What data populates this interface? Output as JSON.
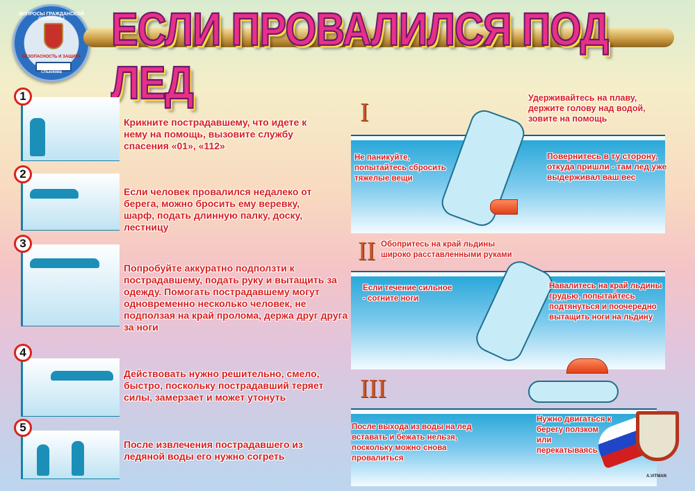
{
  "title": "ЕСЛИ ПРОВАЛИЛСЯ ПОД ЛЕД",
  "emblem": {
    "ring": "ВОПРОСЫ ГРАЖДАНСКОЙ ОБОРОНЫ",
    "banner": "БЕЗОПАСНОСТЬ И ЗАЩИТА",
    "bottom": "г.Пыскова"
  },
  "steps": [
    {
      "number": "1",
      "text": "Крикните пострадавшему, что идете к нему на помощь, вызовите службу спасения «01», «112»"
    },
    {
      "number": "2",
      "text": "Если человек провалился недалеко от берега, можно бросить ему веревку, шарф, подать длинную палку, доску, лестницу"
    },
    {
      "number": "3",
      "text": "Попробуйте аккуратно подползти к пострадавшему, подать руку и вытащить за одежду. Помогать пострадавшему могут одновременно несколько человек, не подползая на край пролома, держа друг друга за ноги"
    },
    {
      "number": "4",
      "text": "Действовать нужно решительно, смело, быстро, поскольку пострадавший теряет силы, замерзает и может утонуть"
    },
    {
      "number": "5",
      "text": "После извлечения пострадавшего из ледяной воды его нужно согреть"
    }
  ],
  "panels": [
    {
      "roman": "I",
      "notes": [
        "Удерживайтесь на плаву, держите голову над водой, зовите на помощь",
        "Не паникуйте, попытайтесь сбросить тяжелые вещи",
        "Повернитесь в ту сторону, откуда пришли - там лед уже выдерживал ваш вес"
      ]
    },
    {
      "roman": "II",
      "notes": [
        "Обопритесь на край льдины широко расставленными руками",
        "Если течение сильное - согните ноги",
        "Навалитесь на край льдины грудью, попытайтесь подтянуться и поочередно вытащить ноги на льдину"
      ]
    },
    {
      "roman": "III",
      "notes": [
        "После выхода из воды на лед вставать и бежать нельзя, поскольку можно снова провалиться",
        "Нужно двигаться к берегу ползком или перекатываясь"
      ]
    }
  ],
  "author": "A.VITMAN"
}
